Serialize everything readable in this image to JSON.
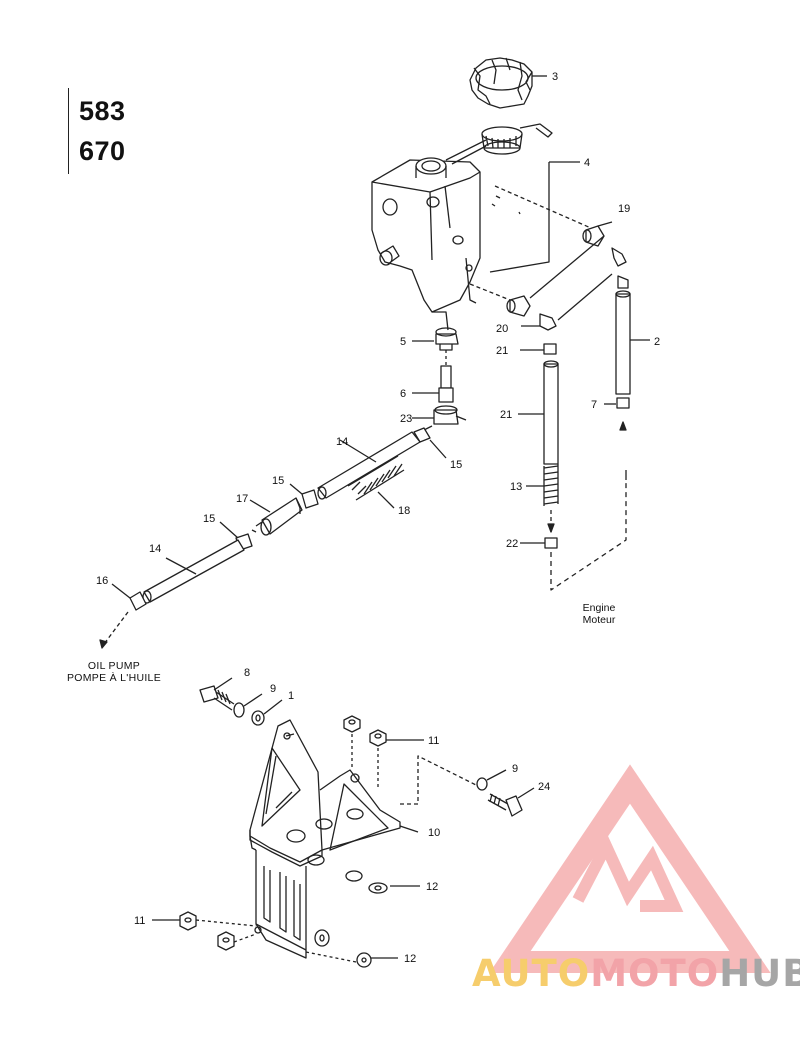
{
  "models": [
    "583",
    "670"
  ],
  "notes": {
    "engine": [
      "Engine",
      "Moteur"
    ],
    "oil_pump": [
      "OIL PUMP",
      "POMPE À L'HUILE"
    ]
  },
  "callouts": [
    {
      "id": "c3",
      "text": "3"
    },
    {
      "id": "c4",
      "text": "4"
    },
    {
      "id": "c19",
      "text": "19"
    },
    {
      "id": "c20",
      "text": "20"
    },
    {
      "id": "c2",
      "text": "2"
    },
    {
      "id": "c21a",
      "text": "21"
    },
    {
      "id": "c5",
      "text": "5"
    },
    {
      "id": "c6",
      "text": "6"
    },
    {
      "id": "c7",
      "text": "7"
    },
    {
      "id": "c21b",
      "text": "21"
    },
    {
      "id": "c23",
      "text": "23"
    },
    {
      "id": "c14a",
      "text": "14"
    },
    {
      "id": "c15a",
      "text": "15"
    },
    {
      "id": "c15b",
      "text": "15"
    },
    {
      "id": "c13",
      "text": "13"
    },
    {
      "id": "c17",
      "text": "17"
    },
    {
      "id": "c18",
      "text": "18"
    },
    {
      "id": "c15c",
      "text": "15"
    },
    {
      "id": "c22",
      "text": "22"
    },
    {
      "id": "c14b",
      "text": "14"
    },
    {
      "id": "c16",
      "text": "16"
    },
    {
      "id": "c8",
      "text": "8"
    },
    {
      "id": "c9a",
      "text": "9"
    },
    {
      "id": "c1",
      "text": "1"
    },
    {
      "id": "c11a",
      "text": "11"
    },
    {
      "id": "c9b",
      "text": "9"
    },
    {
      "id": "c24",
      "text": "24"
    },
    {
      "id": "c10",
      "text": "10"
    },
    {
      "id": "c12a",
      "text": "12"
    },
    {
      "id": "c11b",
      "text": "11"
    },
    {
      "id": "c12b",
      "text": "12"
    }
  ],
  "watermark": {
    "parts": [
      "AUTO",
      "MOTO",
      "HUB"
    ],
    "colors": {
      "auto": "#f6cd6c",
      "moto": "#f2a3a8",
      "hub": "#a6a6a6",
      "logo": "#f4a4a4"
    }
  }
}
